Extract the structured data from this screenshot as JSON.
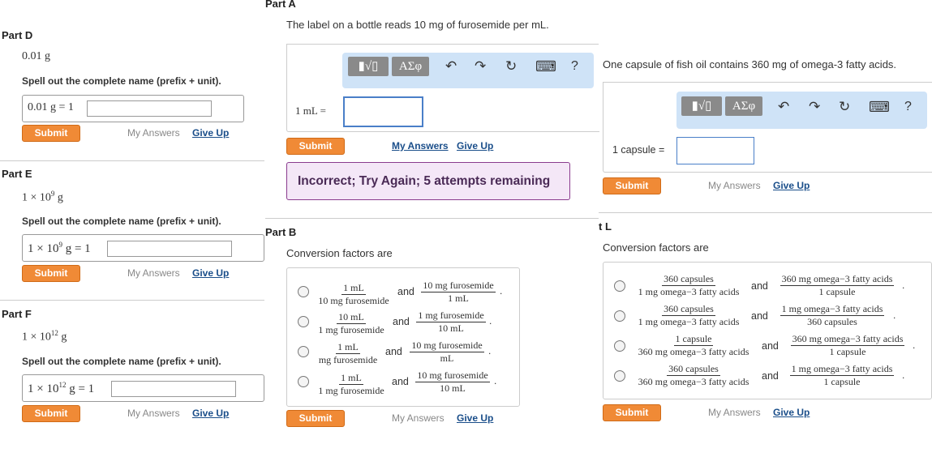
{
  "left": {
    "partD": {
      "title": "Part D",
      "value": "0.01 g",
      "prompt": "Spell out the complete name (prefix + unit).",
      "eq": "0.01 g = 1",
      "submit": "Submit",
      "my_answers": "My Answers",
      "give_up": "Give Up"
    },
    "partE": {
      "title": "Part E",
      "value": "1 × 10",
      "exp": "9",
      "unit": " g",
      "prompt": "Spell out the complete name (prefix + unit).",
      "eq_pre": "1 × 10",
      "eq_exp": "9",
      "eq_post": " g = 1",
      "submit": "Submit",
      "my_answers": "My Answers",
      "give_up": "Give Up"
    },
    "partF": {
      "title": "Part F",
      "value": "1 × 10",
      "exp": "12",
      "unit": " g",
      "prompt": "Spell out the complete name (prefix + unit).",
      "eq_pre": "1 × 10",
      "eq_exp": "12",
      "eq_post": " g = 1",
      "submit": "Submit",
      "my_answers": "My Answers",
      "give_up": "Give Up"
    }
  },
  "middle": {
    "partA": {
      "title": "Part A",
      "question": "The label on a bottle reads 10 mg of furosemide per mL.",
      "input_label": "1 mL =",
      "submit": "Submit",
      "my_answers": "My Answers",
      "give_up": "Give Up",
      "feedback": "Incorrect; Try Again; 5 attempts remaining"
    },
    "toolbar": {
      "templates": "▮√▯",
      "symbols": "ΑΣφ",
      "undo": "↶",
      "redo": "↷",
      "reset": "↻",
      "keyboard": "⌨",
      "help": "?"
    },
    "partB": {
      "title": "Part B",
      "intro": "Conversion factors are",
      "and": "and",
      "options": [
        {
          "f1n": "1 mL",
          "f1d": "10 mg furosemide",
          "f2n": "10 mg furosemide",
          "f2d": "1 mL"
        },
        {
          "f1n": "10 mL",
          "f1d": "1 mg furosemide",
          "f2n": "1 mg furosemide",
          "f2d": "10 mL"
        },
        {
          "f1n": "1 mL",
          "f1d": "mg furosemide",
          "f2n": "10 mg furosemide",
          "f2d": "mL"
        },
        {
          "f1n": "1 mL",
          "f1d": "1 mg furosemide",
          "f2n": "10 mg furosemide",
          "f2d": "10 mL"
        }
      ],
      "submit": "Submit",
      "my_answers": "My Answers",
      "give_up": "Give Up"
    }
  },
  "right": {
    "partK": {
      "question": "One capsule of fish oil contains 360 mg of omega-3 fatty acids.",
      "input_label": "1 capsule =",
      "submit": "Submit",
      "my_answers": "My Answers",
      "give_up": "Give Up"
    },
    "partL": {
      "title": "t L",
      "intro": "Conversion factors are",
      "and": "and",
      "options": [
        {
          "f1n": "360 capsules",
          "f1d": "1 mg omega−3 fatty acids",
          "f2n": "360 mg omega−3 fatty acids",
          "f2d": "1 capsule"
        },
        {
          "f1n": "360 capsules",
          "f1d": "1 mg omega−3 fatty acids",
          "f2n": "1 mg omega−3 fatty acids",
          "f2d": "360 capsules"
        },
        {
          "f1n": "1 capsule",
          "f1d": "360 mg omega−3 fatty acids",
          "f2n": "360 mg omega−3 fatty acids",
          "f2d": "1 capsule"
        },
        {
          "f1n": "360 capsules",
          "f1d": "360 mg omega−3 fatty acids",
          "f2n": "1 mg omega−3 fatty acids",
          "f2d": "1 capsule"
        }
      ],
      "submit": "Submit",
      "my_answers": "My Answers",
      "give_up": "Give Up"
    }
  }
}
